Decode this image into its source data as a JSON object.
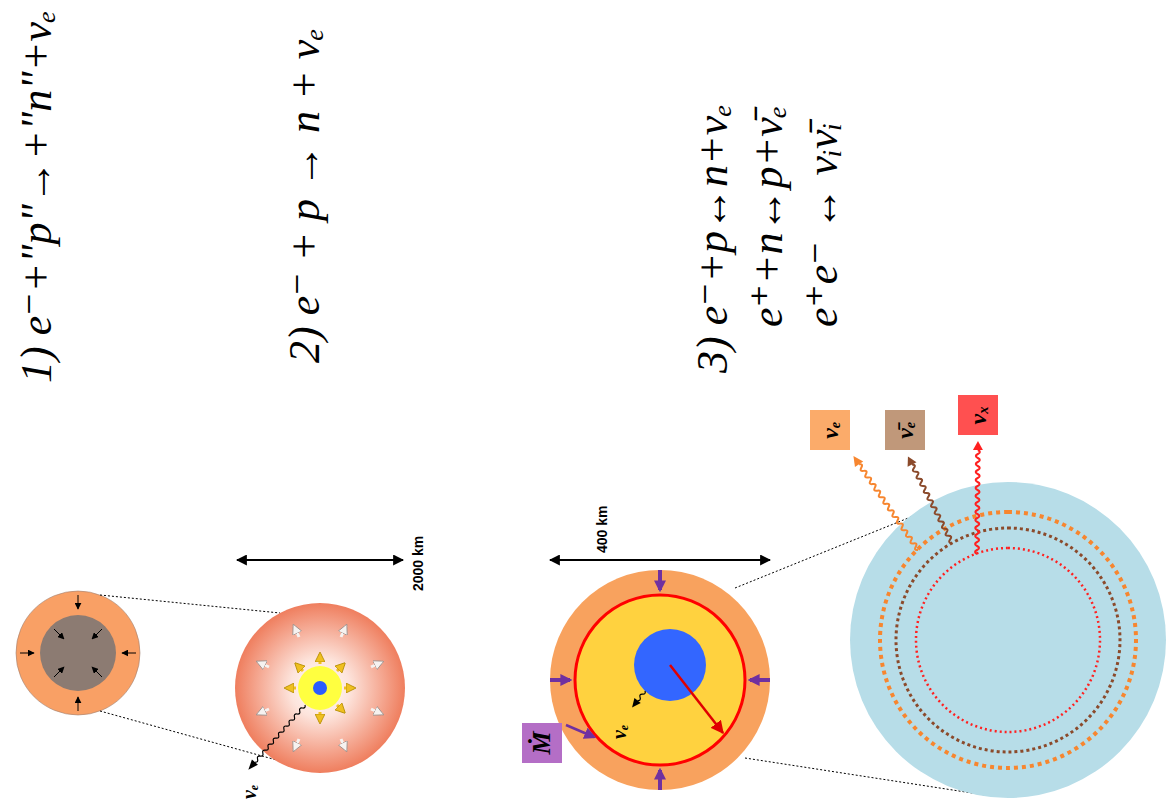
{
  "diagram": {
    "nodes": [
      {
        "text": [
          "Ṁ"
        ]
      },
      {
        "text": [
          "νₑ"
        ]
      },
      {
        "text": [
          "ν̄ₑ"
        ]
      },
      {
        "text": [
          "νₓ"
        ]
      }
    ],
    "labels": [
      "1) e⁻+\"p\"→+\"n\"+νₑ",
      "2) e⁻ + p → n + νₑ",
      "3) e⁻+p↔n+νₑ",
      "e⁺+n↔p+ν̄ₑ",
      "e⁺e⁻ ↔ νᵢν̄ᵢ",
      "2000 km",
      "νₑ",
      "400 km",
      "νₑ"
    ]
  }
}
